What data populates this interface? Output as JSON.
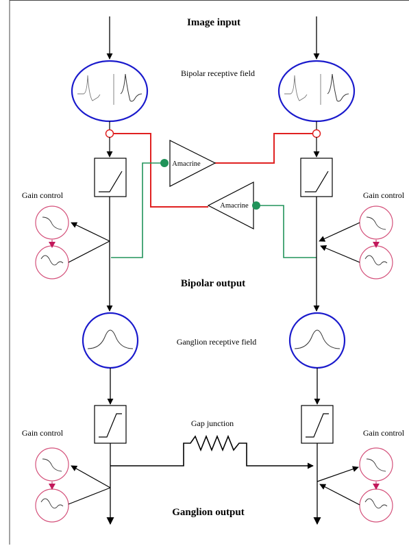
{
  "labels": {
    "image_input": "Image input",
    "bipolar_rf": "Bipolar receptive field",
    "amacrine_top": "Amacrine",
    "amacrine_bottom": "Amacrine",
    "gain_top_left": "Gain control",
    "gain_top_right": "Gain control",
    "bipolar_output": "Bipolar output",
    "ganglion_rf": "Ganglion receptive field",
    "gap_junction": "Gap junction",
    "gain_bottom_left": "Gain control",
    "gain_bottom_right": "Gain control",
    "ganglion_output": "Ganglion output"
  },
  "colors": {
    "rf_circle": "#1a1acc",
    "gain_circle": "#d4507a",
    "gain_arrow": "#c2185b",
    "inhibitory": "#e02020",
    "excitatory": "#21935a",
    "line": "#000000"
  }
}
